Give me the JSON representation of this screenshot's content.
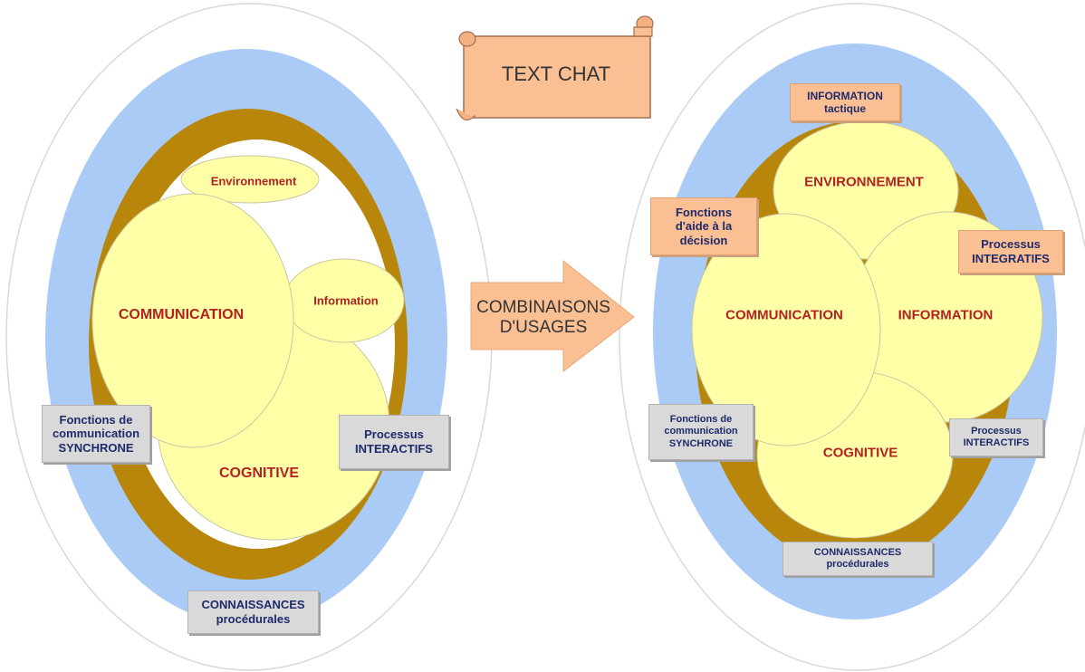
{
  "colors": {
    "blue": "#a9cbf5",
    "brown": "#b8860b",
    "yellow": "#ffffa8",
    "peach": "#fbbf94",
    "red_label": "#b22222",
    "navy_label": "#1f2a6b"
  },
  "title_scroll": "TEXT CHAT",
  "arrow_label": {
    "line1": "COMBINAISONS",
    "line2": "D'USAGES"
  },
  "left": {
    "environnement": "Environnement",
    "information": "Information",
    "communication": "COMMUNICATION",
    "cognitive": "COGNITIVE",
    "fonctions": {
      "line1": "Fonctions de",
      "line2": "communication",
      "line3": "SYNCHRONE"
    },
    "processus": {
      "line1": "Processus",
      "line2": "INTERACTIFS"
    },
    "connaissances": {
      "line1": "CONNAISSANCES",
      "line2": "procédurales"
    }
  },
  "right": {
    "environnement": "ENVIRONNEMENT",
    "communication": "COMMUNICATION",
    "information": "INFORMATION",
    "cognitive": "COGNITIVE",
    "info_tactique": {
      "line1": "INFORMATION",
      "line2": "tactique"
    },
    "aide_decision": {
      "line1": "Fonctions",
      "line2": "d'aide à la",
      "line3": "décision"
    },
    "integratifs": {
      "line1": "Processus",
      "line2": "INTEGRATIFS"
    },
    "fonctions": {
      "line1": "Fonctions de",
      "line2": "communication",
      "line3": "SYNCHRONE"
    },
    "processus": {
      "line1": "Processus",
      "line2": "INTERACTIFS"
    },
    "connaissances": {
      "line1": "CONNAISSANCES",
      "line2": "procédurales"
    }
  }
}
